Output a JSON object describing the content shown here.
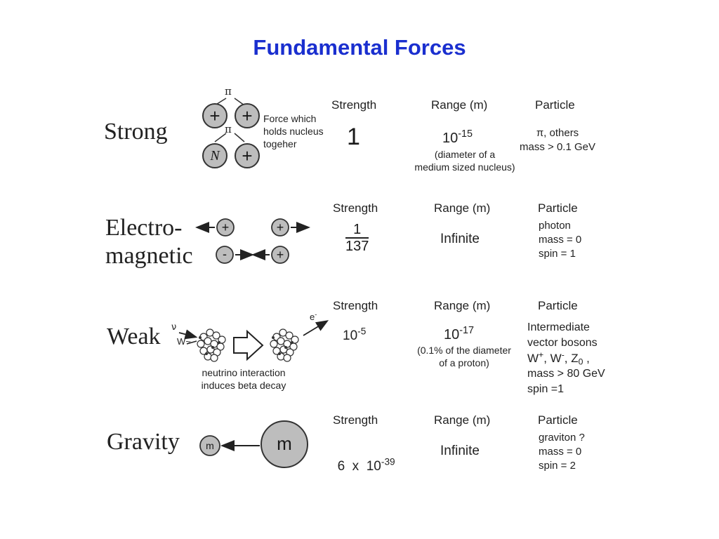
{
  "title": "Fundamental Forces",
  "col_headers": {
    "strength": "Strength",
    "range": "Range (m)",
    "particle": "Particle"
  },
  "strong": {
    "name": "Strong",
    "pion_top": "π",
    "pion_mid": "π",
    "nucleons": [
      "+",
      "+",
      "N",
      "+"
    ],
    "desc": [
      "Force which",
      "holds nucleus",
      "togeher"
    ],
    "strength": "1",
    "range_base": "10",
    "range_exp": "-15",
    "range_note": [
      "(diameter of a",
      "medium sized nucleus)"
    ],
    "particle": [
      "π, others",
      "mass > 0.1 GeV"
    ]
  },
  "em": {
    "name": [
      "Electro-",
      "magnetic"
    ],
    "charges": [
      "+",
      "+",
      "-",
      "+"
    ],
    "strength_num": "1",
    "strength_den": "137",
    "range": "Infinite",
    "particle": [
      "photon",
      "mass = 0",
      "spin = 1"
    ]
  },
  "weak": {
    "name": "Weak",
    "nu_label": "ν",
    "w_label": "W~",
    "e_label": "e",
    "e_sup": "-",
    "desc": [
      "neutrino interaction",
      "induces beta decay"
    ],
    "strength_base": "10",
    "strength_exp": "-5",
    "range_base": "10",
    "range_exp": "-17",
    "range_note": [
      "(0.1% of the diameter",
      "of a proton)"
    ],
    "particle_l1": "Intermediate",
    "particle_l2": "vector bosons",
    "w_plus": "W",
    "w_plus_sup": "+",
    "w_minus": ", W",
    "w_minus_sup": "-",
    "z": ", Z",
    "z_sub": "0",
    "z_tail": " ,",
    "particle_l4": "mass > 80 GeV",
    "particle_l5": "spin =1"
  },
  "gravity": {
    "name": "Gravity",
    "small_mass": "m",
    "large_mass": "m",
    "strength_base": "6  x  10",
    "strength_exp": "-39",
    "range": "Infinite",
    "particle": [
      "graviton ?",
      "mass = 0",
      "spin = 2"
    ]
  }
}
